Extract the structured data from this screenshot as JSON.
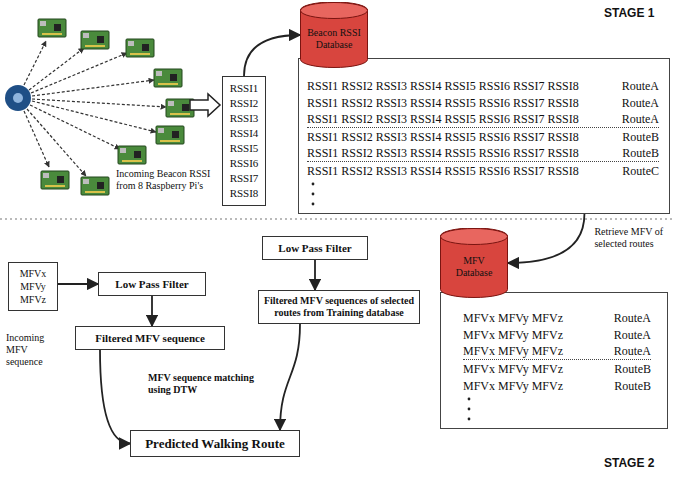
{
  "diagram": {
    "nodes": [
      {
        "text": [
          "RSSI1",
          "RSSI2",
          "RSSI3",
          "RSSI4",
          "RSSI5",
          "RSSI6",
          "RSSI7",
          "RSSI8"
        ]
      },
      {
        "text": [
          "Beacon RSSI Database"
        ]
      },
      {
        "text": [
          "RSSI1 RSSI2 RSSI3 RSSI4 RSSI5 RSSI6 RSSI7 RSSI8",
          "RouteA",
          "RSSI1 RSSI2 RSSI3 RSSI4 RSSI5 RSSI6 RSSI7 RSSI8",
          "RouteA",
          "RSSI1 RSSI2 RSSI3 RSSI4 RSSI5 RSSI6 RSSI7 RSSI8",
          "RouteA",
          "RSSI1 RSSI2 RSSI3 RSSI4 RSSI5 RSSI6 RSSI7 RSSI8",
          "RouteB",
          "RSSI1 RSSI2 RSSI3 RSSI4 RSSI5 RSSI6 RSSI7 RSSI8",
          "RouteB",
          "RSSI1 RSSI2 RSSI3 RSSI4 RSSI5 RSSI6 RSSI7 RSSI8",
          "RouteC"
        ]
      },
      {
        "text": [
          "MFV Database"
        ]
      },
      {
        "text": [
          "MFVx MFVy MFVz",
          "RouteA",
          "MFVx MFVy MFVz",
          "RouteA",
          "MFVx MFVy MFVz",
          "RouteA",
          "MFVx MFVy MFVz",
          "RouteB",
          "MFVx MFVy MFVz",
          "RouteB"
        ]
      },
      {
        "text": [
          "Low Pass Filter"
        ]
      },
      {
        "text": [
          "Filtered MFV sequences of selected routes from Training database"
        ]
      },
      {
        "text": [
          "MFVx",
          "MFVy",
          "MFVz"
        ]
      },
      {
        "text": [
          "Low Pass Filter"
        ]
      },
      {
        "text": [
          "Filtered MFV sequence"
        ]
      },
      {
        "text": [
          "Predicted Walking Route"
        ]
      }
    ],
    "edges": [
      {
        "from": 0,
        "to": 1,
        "arrow": "to"
      },
      {
        "from": 2,
        "to": 3,
        "arrow": "to",
        "label": "Retrieve MFV of selected routes"
      },
      {
        "from": 5,
        "to": 6,
        "arrow": "to"
      },
      {
        "from": 7,
        "to": 8,
        "arrow": "to"
      },
      {
        "from": 8,
        "to": 9,
        "arrow": "to"
      },
      {
        "from": 9,
        "to": 10,
        "arrow": "to"
      },
      {
        "from": 6,
        "to": 10,
        "arrow": "to"
      }
    ],
    "labels": [
      "STAGE 1",
      "Incoming Beacon RSSI from 8 Raspberry Pi's",
      "STAGE 2",
      "Incoming MFV sequence",
      "MFV sequence matching using DTW"
    ]
  }
}
